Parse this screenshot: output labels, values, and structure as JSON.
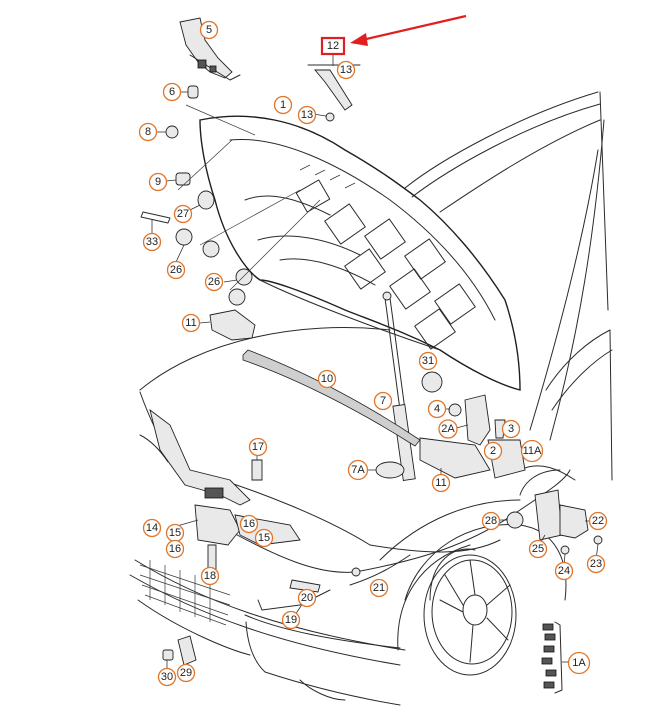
{
  "diagram": {
    "highlighted_part": "12",
    "callouts": [
      {
        "id": "c5",
        "label": "5"
      },
      {
        "id": "c12",
        "label": "12"
      },
      {
        "id": "c13a",
        "label": "13"
      },
      {
        "id": "c6",
        "label": "6"
      },
      {
        "id": "c1",
        "label": "1"
      },
      {
        "id": "c13b",
        "label": "13"
      },
      {
        "id": "c8",
        "label": "8"
      },
      {
        "id": "c9",
        "label": "9"
      },
      {
        "id": "c27",
        "label": "27"
      },
      {
        "id": "c33",
        "label": "33"
      },
      {
        "id": "c26a",
        "label": "26"
      },
      {
        "id": "c26b",
        "label": "26"
      },
      {
        "id": "c11a",
        "label": "11"
      },
      {
        "id": "c10",
        "label": "10"
      },
      {
        "id": "c31",
        "label": "31"
      },
      {
        "id": "c7",
        "label": "7"
      },
      {
        "id": "c4",
        "label": "4"
      },
      {
        "id": "c2A",
        "label": "2A"
      },
      {
        "id": "c3",
        "label": "3"
      },
      {
        "id": "c2",
        "label": "2"
      },
      {
        "id": "c17",
        "label": "17"
      },
      {
        "id": "c7A",
        "label": "7A"
      },
      {
        "id": "c11b",
        "label": "11"
      },
      {
        "id": "c11A",
        "label": "11A"
      },
      {
        "id": "c14",
        "label": "14"
      },
      {
        "id": "c15a",
        "label": "15"
      },
      {
        "id": "c16a",
        "label": "16"
      },
      {
        "id": "c16b",
        "label": "16"
      },
      {
        "id": "c15b",
        "label": "15"
      },
      {
        "id": "c28",
        "label": "28"
      },
      {
        "id": "c22",
        "label": "22"
      },
      {
        "id": "c25",
        "label": "25"
      },
      {
        "id": "c18",
        "label": "18"
      },
      {
        "id": "c24",
        "label": "24"
      },
      {
        "id": "c23",
        "label": "23"
      },
      {
        "id": "c21",
        "label": "21"
      },
      {
        "id": "c20",
        "label": "20"
      },
      {
        "id": "c19",
        "label": "19"
      },
      {
        "id": "c1A",
        "label": "1A"
      },
      {
        "id": "c30",
        "label": "30"
      },
      {
        "id": "c29",
        "label": "29"
      }
    ]
  }
}
